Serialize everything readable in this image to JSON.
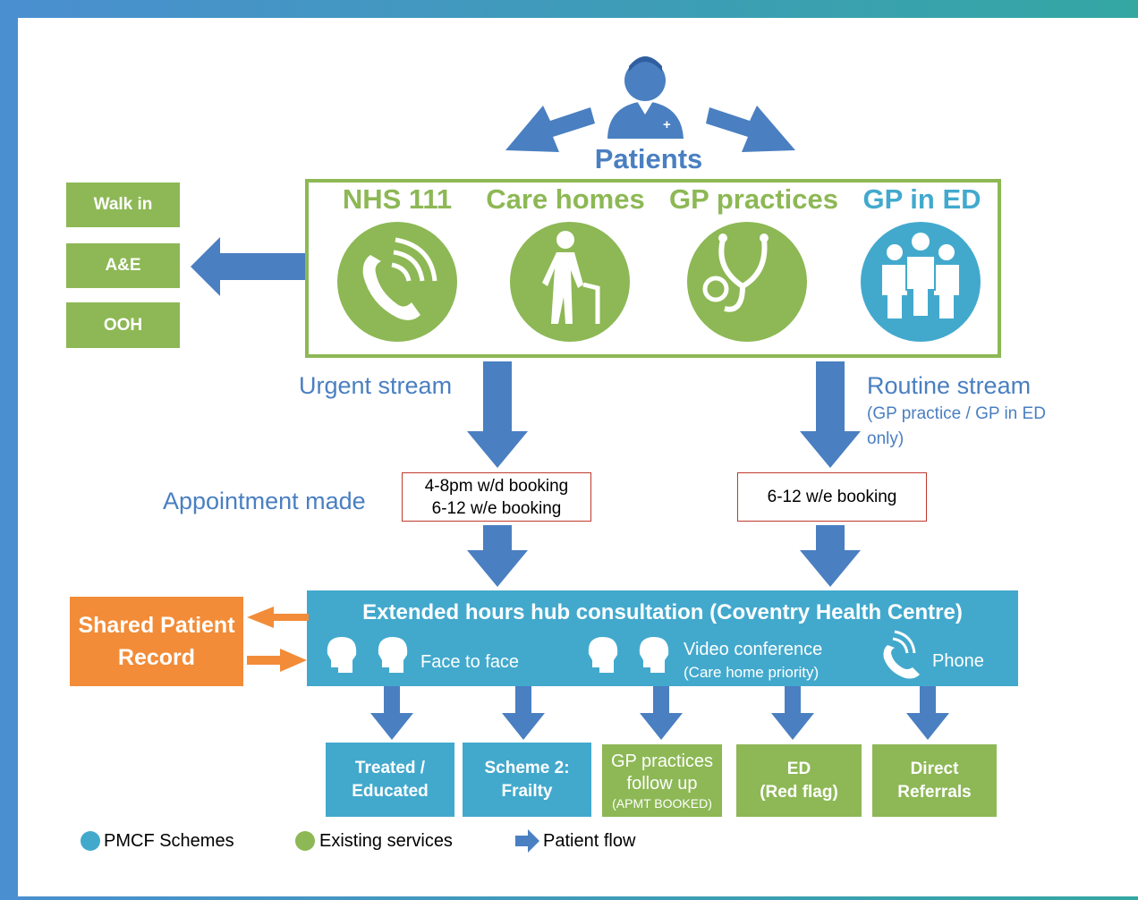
{
  "patients": "Patients",
  "left_services": [
    "Walk in",
    "A&E",
    "OOH"
  ],
  "access_points": [
    {
      "label": "NHS 111",
      "icon": "phone-icon",
      "color": "#8db855"
    },
    {
      "label": "Care homes",
      "icon": "elderly-person-icon",
      "color": "#8db855"
    },
    {
      "label": "GP practices",
      "icon": "stethoscope-icon",
      "color": "#8db855"
    },
    {
      "label": "GP in ED",
      "icon": "clinicians-icon",
      "color": "#42a9cd"
    }
  ],
  "urgent_stream": "Urgent stream",
  "routine_stream": {
    "title": "Routine stream",
    "note_line1": "(GP practice / GP in ED",
    "note_line2": "only)"
  },
  "appointment_made": "Appointment made",
  "urgent_booking": {
    "line1": "4-8pm w/d booking",
    "line2": "6-12 w/e booking"
  },
  "routine_booking": "6-12 w/e booking",
  "shared_record": {
    "line1": "Shared Patient",
    "line2": "Record"
  },
  "hub": {
    "title": "Extended hours hub consultation (Coventry Health Centre)",
    "face_to_face": "Face to face",
    "video_line1": "Video conference",
    "video_line2": "(Care home priority)",
    "phone": "Phone"
  },
  "outcomes": [
    {
      "line1": "Treated /",
      "line2": "Educated",
      "line3": "",
      "type": "pmcf"
    },
    {
      "line1": "Scheme 2:",
      "line2": "Frailty",
      "line3": "",
      "type": "pmcf"
    },
    {
      "line1": "GP practices",
      "line2": "follow up",
      "line3": "(APMT BOOKED)",
      "type": "existing"
    },
    {
      "line1": "ED",
      "line2": "(Red flag)",
      "line3": "",
      "type": "existing"
    },
    {
      "line1": "Direct",
      "line2": "Referrals",
      "line3": "",
      "type": "existing"
    }
  ],
  "legend": {
    "pmcf": "PMCF Schemes",
    "existing": "Existing services",
    "flow": "Patient flow"
  },
  "colors": {
    "green": "#8db855",
    "blue": "#42a9cd",
    "arrow": "#4a7fc1",
    "orange": "#f28c38",
    "booking_border": "#c0392b"
  }
}
